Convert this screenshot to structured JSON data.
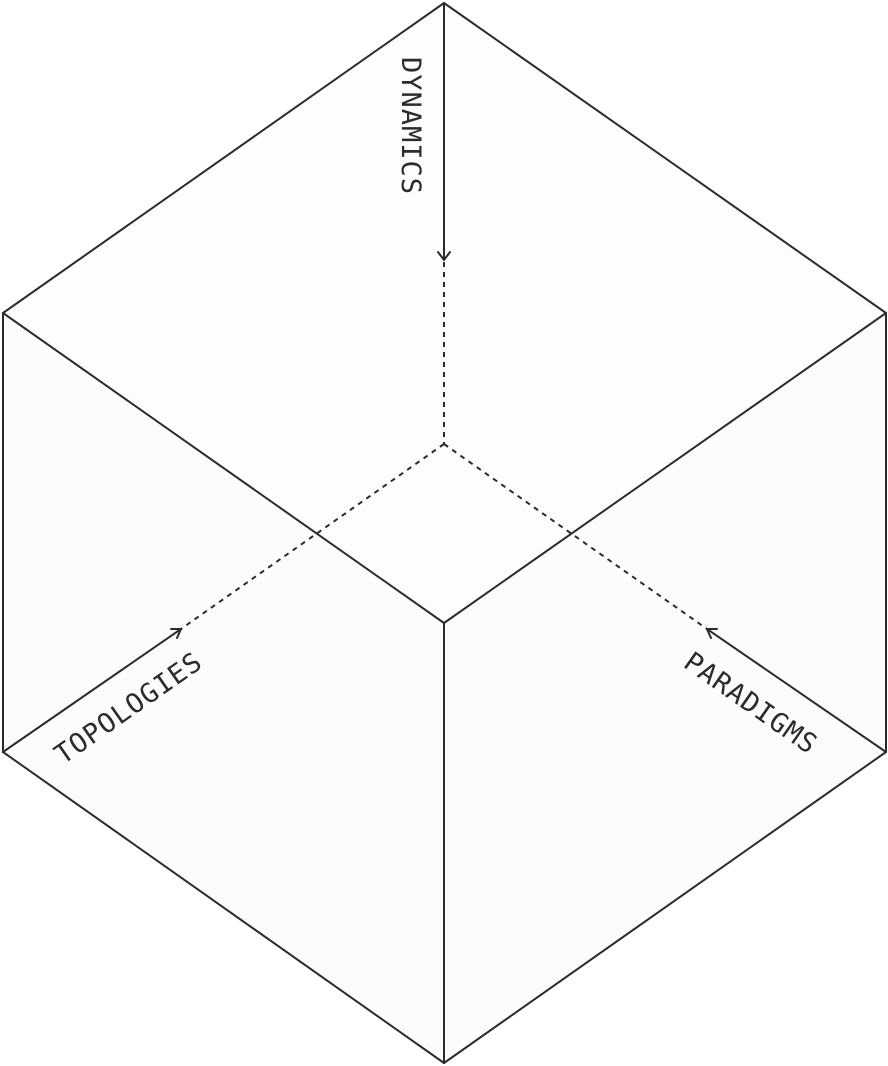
{
  "diagram": {
    "axes": {
      "dynamics": {
        "label": "DYNAMICS"
      },
      "topologies": {
        "label": "TOPOLOGIES"
      },
      "paradigms": {
        "label": "PARADIGMS"
      }
    },
    "colors": {
      "stroke": "#2b2b2e",
      "face": "#fdfdfd",
      "background": "#ffffff"
    }
  }
}
